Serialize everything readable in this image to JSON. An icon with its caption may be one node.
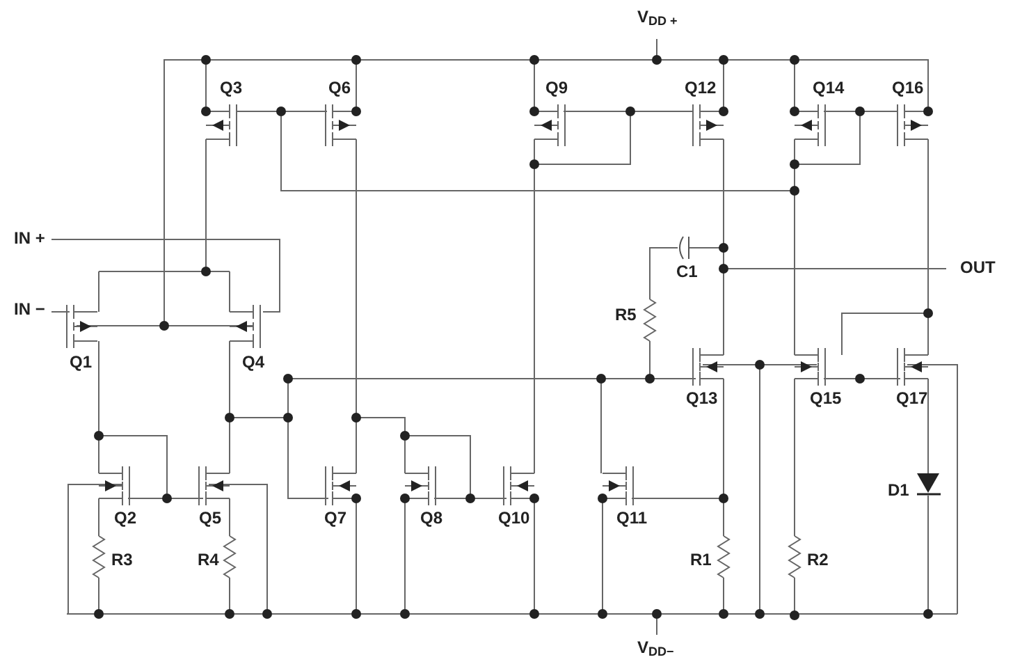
{
  "diagram": {
    "labels": [
      "V$_{DD +}$",
      "Q3",
      "Q6",
      "Q9",
      "Q12",
      "Q14",
      "Q16",
      "IN +",
      "C1",
      "OUT",
      "IN −",
      "R5",
      "Q1",
      "Q4",
      "Q13",
      "Q15",
      "Q17",
      "Q2",
      "Q5",
      "Q7",
      "Q8",
      "Q10",
      "Q11",
      "D1",
      "R3",
      "R4",
      "R1",
      "R2",
      "V$_{DD−}$"
    ]
  }
}
